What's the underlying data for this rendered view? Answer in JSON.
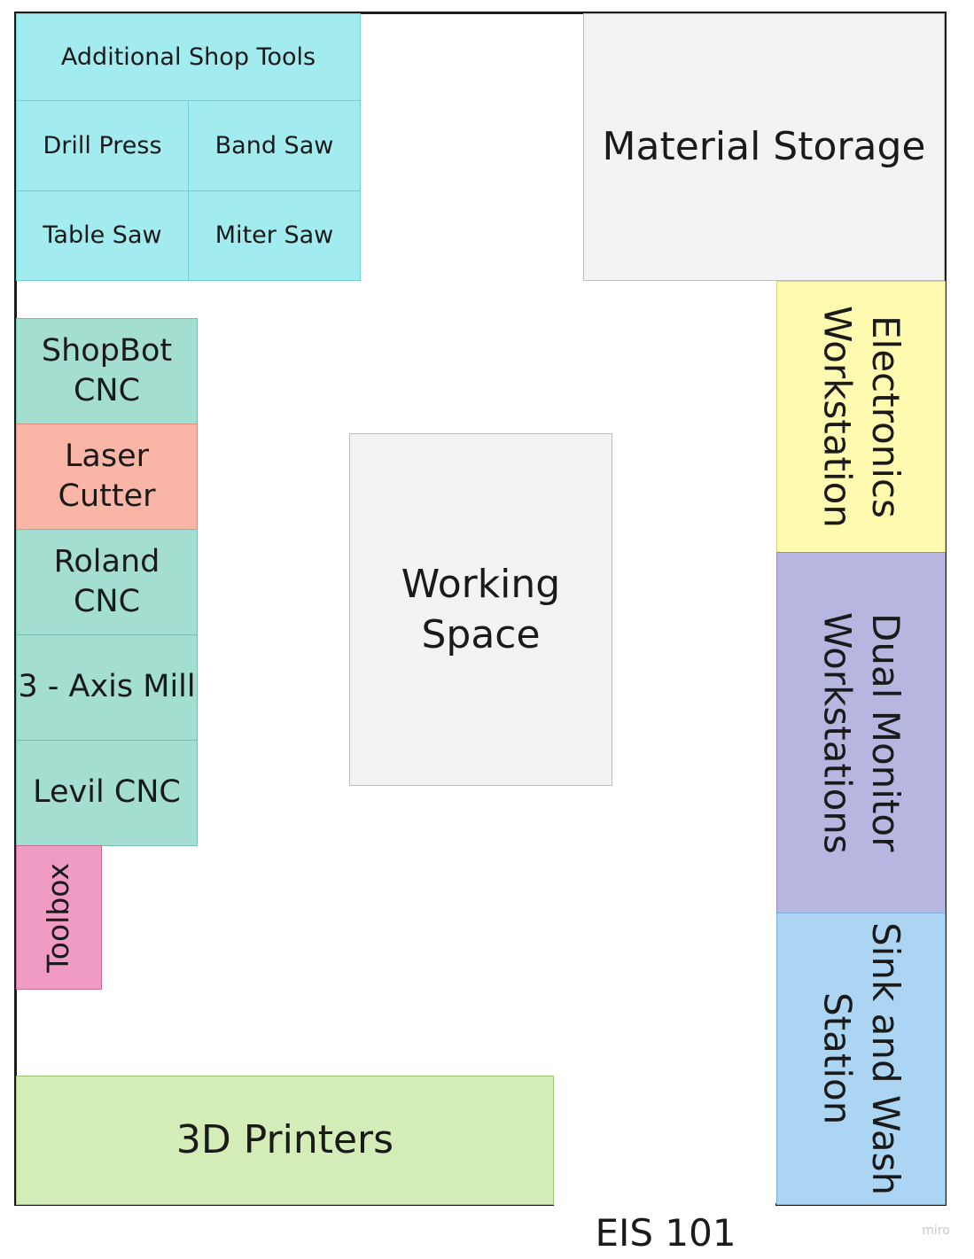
{
  "room": {
    "label": "EIS 101"
  },
  "zones": {
    "additional_shop_tools": "Additional Shop Tools",
    "drill_press": "Drill Press",
    "band_saw": "Band Saw",
    "table_saw": "Table Saw",
    "miter_saw": "Miter Saw",
    "material_storage": "Material Storage",
    "shopbot_cnc": [
      "ShopBot",
      "CNC"
    ],
    "laser_cutter": [
      "Laser",
      "Cutter"
    ],
    "roland_cnc": [
      "Roland",
      "CNC"
    ],
    "three_axis_mill": "3 - Axis Mill",
    "levil_cnc": "Levil CNC",
    "toolbox": "Toolbox",
    "working_space": [
      "Working",
      "Space"
    ],
    "electronics_workstation": [
      "Electronics",
      "Workstation"
    ],
    "dual_monitor_workstations": [
      "Dual Monitor",
      "Workstations"
    ],
    "sink_and_wash_station": [
      "Sink and Wash",
      "Station"
    ],
    "three_d_printers": "3D Printers"
  },
  "colors": {
    "shop_tools": "#a2ebef",
    "cnc_machines": "#a3ded0",
    "laser_cutter": "#f9b6a6",
    "toolbox": "#f09bc4",
    "storage_and_working": "#f3f3f3",
    "electronics": "#fefab0",
    "dual_monitor": "#b6b6e0",
    "sink": "#acd5f4",
    "printers": "#d4ecb7"
  },
  "brand": "miro"
}
